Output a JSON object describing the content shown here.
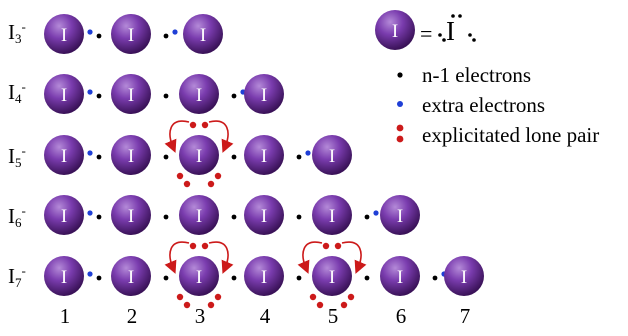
{
  "species": [
    {
      "base": "I",
      "sub": "3",
      "sup": "-"
    },
    {
      "base": "I",
      "sub": "4",
      "sup": "-"
    },
    {
      "base": "I",
      "sub": "5",
      "sup": "-"
    },
    {
      "base": "I",
      "sub": "6",
      "sup": "-"
    },
    {
      "base": "I",
      "sub": "7",
      "sup": "-"
    }
  ],
  "atom_symbol": "I",
  "columns": [
    "1",
    "2",
    "3",
    "4",
    "5",
    "6",
    "7"
  ],
  "legend": {
    "equals": "=",
    "atom_symbol": "I",
    "n1_electrons": "n-1 electrons",
    "extra_electrons": "extra electrons",
    "lone_pair": "explicitated lone pair"
  },
  "colors": {
    "atom": "#6a2f9a",
    "atom_highlight": "#a070cc",
    "n1_electron": "#000000",
    "extra_electron": "#1f3fd6",
    "lone_pair": "#cc1a1a"
  }
}
